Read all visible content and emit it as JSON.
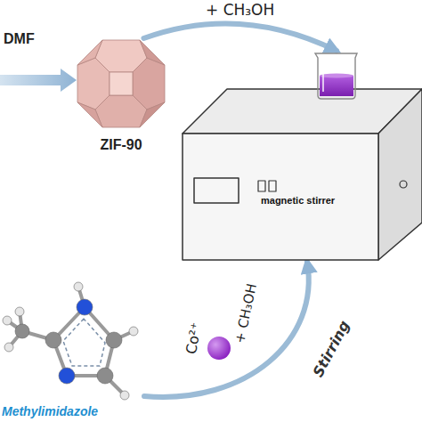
{
  "diagram": {
    "nodes": [
      {
        "text": [
          "ZIF-90"
        ]
      },
      {
        "text": [
          "magnetic stirrer"
        ]
      },
      {
        "text": [
          "Methylimidazole"
        ]
      },
      {
        "text": [
          "Co²⁺"
        ]
      }
    ],
    "edges": [
      {
        "from": 0,
        "to": 1,
        "arrow": "to",
        "label": "+ CH₃OH"
      },
      {
        "from": 2,
        "to": 1,
        "arrow": "to",
        "label": "Stirring"
      }
    ],
    "labels": [
      "DMF",
      "+ CH₃OH"
    ]
  }
}
